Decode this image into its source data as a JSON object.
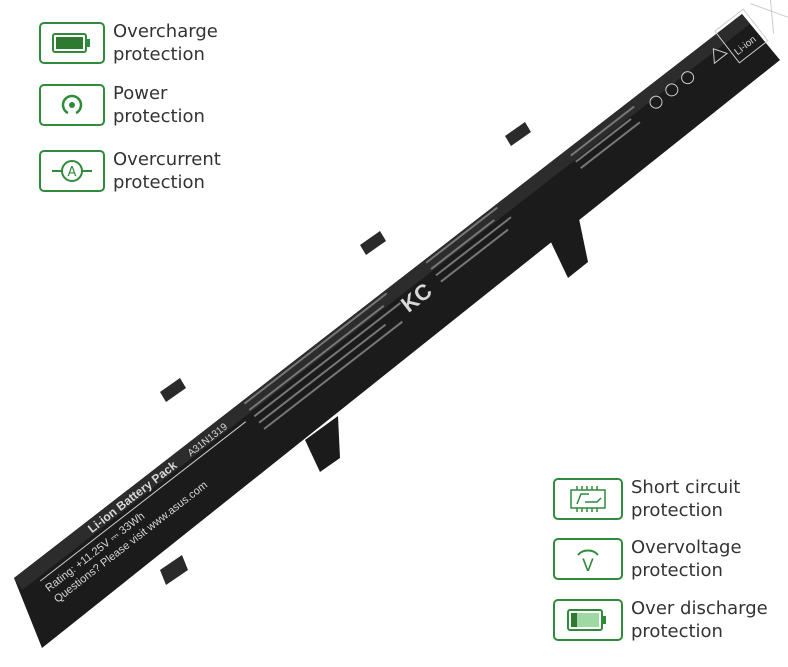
{
  "features_left": [
    {
      "icon": "battery-full-icon",
      "line1": "Overcharge",
      "line2": "protection"
    },
    {
      "icon": "power-icon",
      "line1": "Power",
      "line2": "protection"
    },
    {
      "icon": "ammeter-icon",
      "line1": "Overcurrent",
      "line2": "protection"
    }
  ],
  "features_right": [
    {
      "icon": "circuit-board-icon",
      "line1": "Short circuit",
      "line2": "protection"
    },
    {
      "icon": "voltmeter-icon",
      "line1": "Overvoltage",
      "line2": "protection"
    },
    {
      "icon": "battery-low-icon",
      "line1": "Over discharge",
      "line2": "protection"
    }
  ],
  "battery_label": {
    "title": "Li-ion Battery Pack",
    "model": "A31N1319",
    "rating": "Rating: +11.25V ⎓ 33Wh",
    "questions": "Questions? Please visit www.asus.com",
    "li_ion_mark": "Li-ion",
    "kc_mark": "KC"
  },
  "colors": {
    "accent": "#2e8b3a",
    "battery_body": "#1b1b1b"
  }
}
